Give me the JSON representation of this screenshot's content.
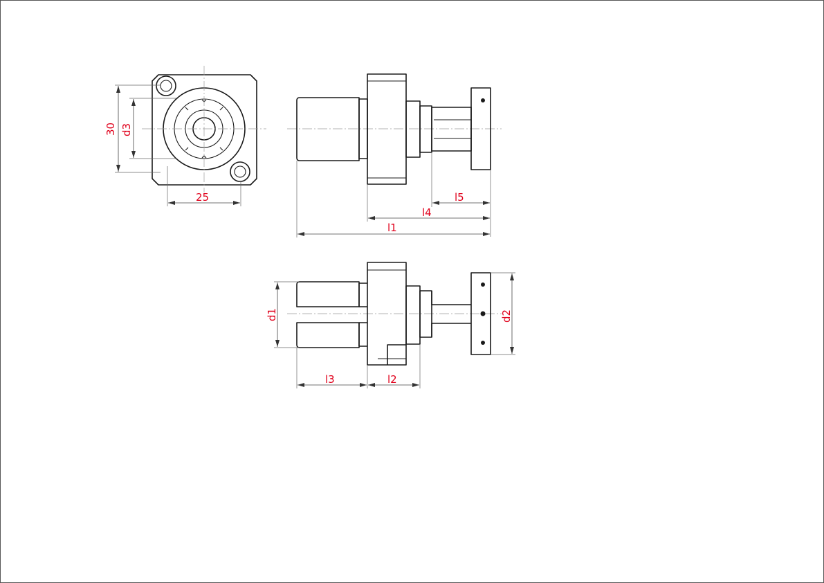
{
  "dimensions": {
    "front_height": "30",
    "front_bore": "d3",
    "front_width": "25",
    "top_l1": "l1",
    "top_l4": "l4",
    "top_l5": "l5",
    "side_d1": "d1",
    "side_d2": "d2",
    "side_l3": "l3",
    "side_l2": "l2"
  },
  "colors": {
    "dimension_text": "#e0001b",
    "outline": "#1a1a1a",
    "centerline": "#9a9a9a"
  }
}
